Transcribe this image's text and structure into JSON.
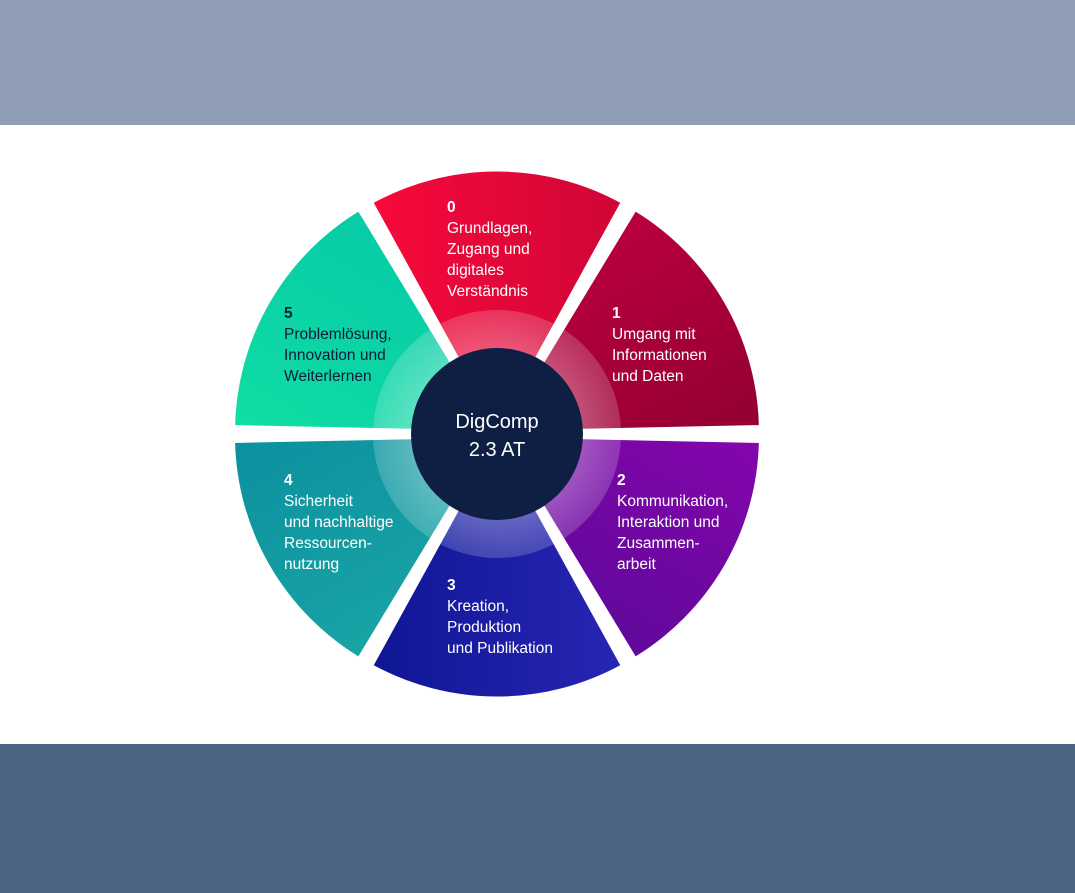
{
  "diagram": {
    "center": {
      "line1": "DigComp",
      "line2": "2.3 AT"
    },
    "segments": [
      {
        "number": "0",
        "lines": [
          "Grundlagen,",
          "Zugang und",
          "digitales",
          "Verständnis"
        ],
        "color_a": "#ff0a3c",
        "color_b": "#c80536",
        "text_color": "#ffffff"
      },
      {
        "number": "1",
        "lines": [
          "Umgang mit",
          "Informationen",
          "und Daten"
        ],
        "color_a": "#c1003f",
        "color_b": "#8c0030",
        "text_color": "#ffffff"
      },
      {
        "number": "2",
        "lines": [
          "Kommunikation,",
          "Interaktion und",
          "Zusammen-",
          "arbeit"
        ],
        "color_a": "#8a06ad",
        "color_b": "#5a0898",
        "text_color": "#ffffff"
      },
      {
        "number": "3",
        "lines": [
          "Kreation,",
          "Produktion",
          "und Publikation"
        ],
        "color_a": "#2d27b8",
        "color_b": "#0a1490",
        "text_color": "#ffffff"
      },
      {
        "number": "4",
        "lines": [
          "Sicherheit",
          "und nachhaltige",
          "Ressourcen-",
          "nutzung"
        ],
        "color_a": "#1aa7a6",
        "color_b": "#0a8d9e",
        "text_color": "#ffffff"
      },
      {
        "number": "5",
        "lines": [
          "Problemlösung,",
          "Innovation und",
          "Weiterlernen"
        ],
        "color_a": "#12e0a4",
        "color_b": "#05c8a6",
        "text_color": "#0c1b3a"
      }
    ],
    "hub_color": "#0f1f44"
  }
}
